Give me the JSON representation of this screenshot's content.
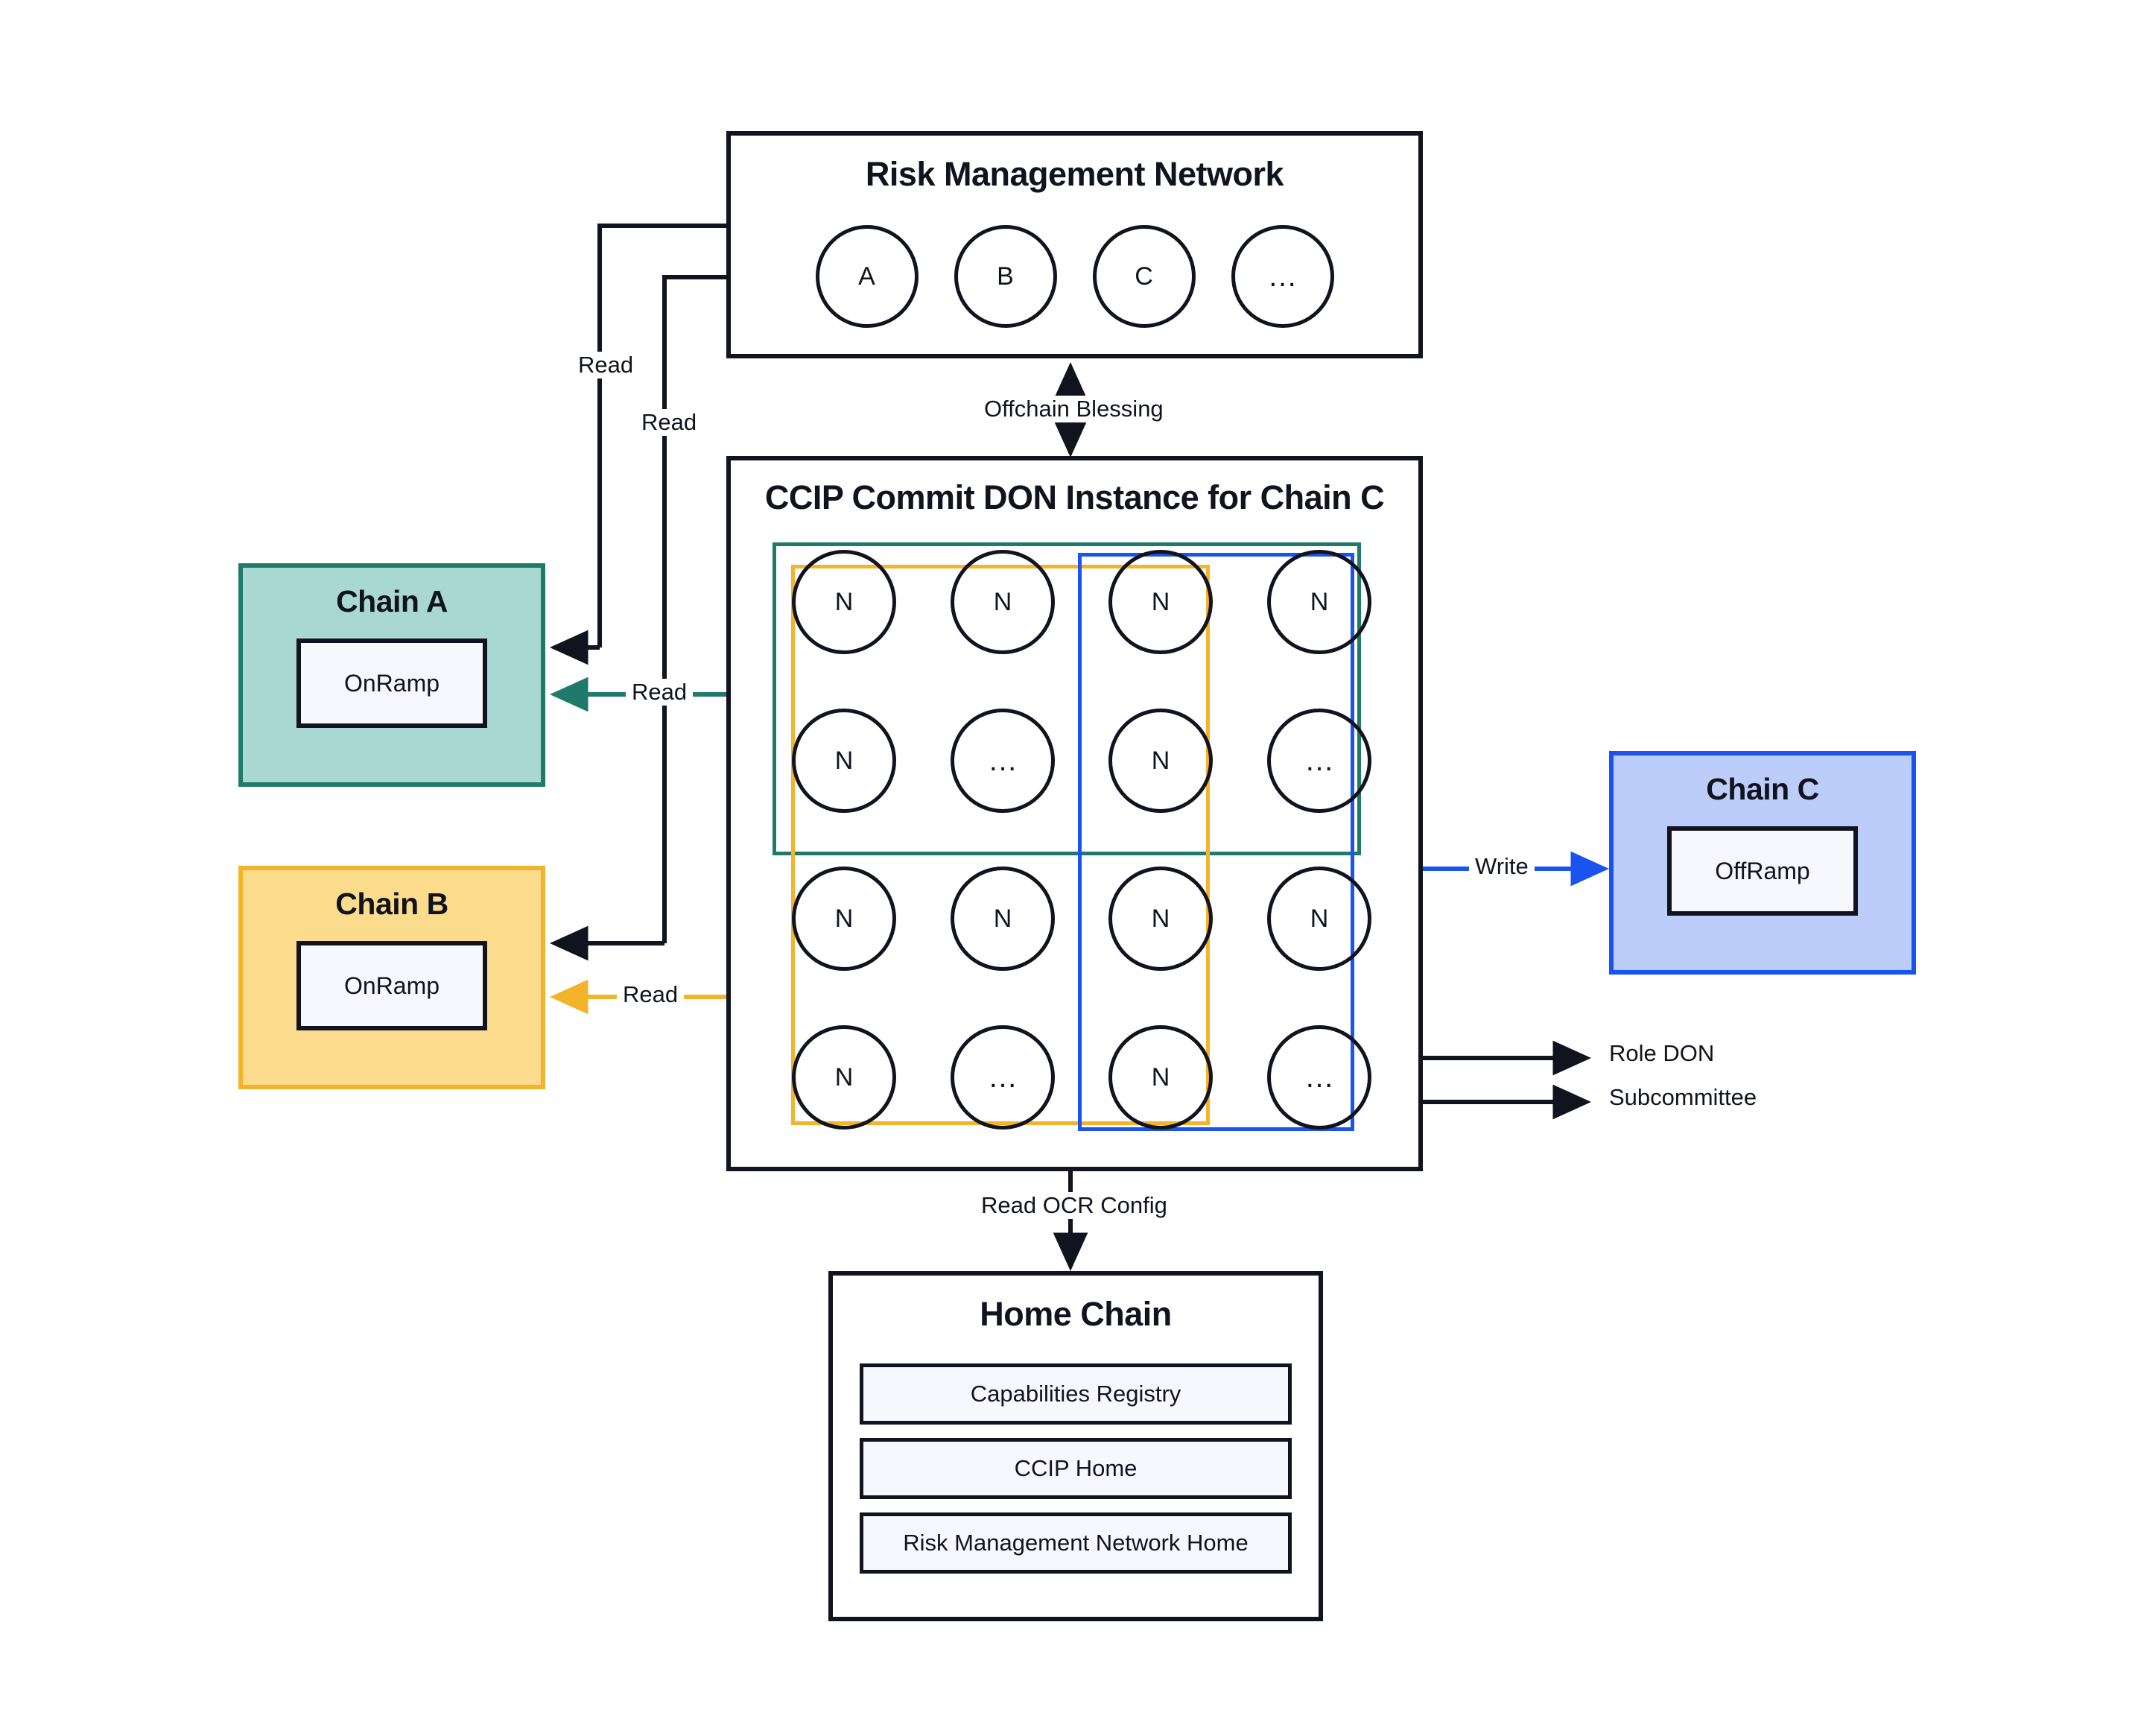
{
  "diagram": {
    "title": "CCIP Commit DON architecture",
    "colors": {
      "teal": "#1f7a6a",
      "teal_fill": "#a8d8d1",
      "amber": "#f5b32a",
      "amber_fill": "#fbdc8c",
      "blue": "#1a53ef",
      "blue_fill": "#bccdfa",
      "ink": "#11131f",
      "panel_fill": "#f6f8fd",
      "background": "#ffffff"
    }
  },
  "rmn": {
    "title": "Risk Management Network",
    "nodes": [
      "A",
      "B",
      "C",
      "…"
    ]
  },
  "don": {
    "title": "CCIP Commit DON Instance for Chain C",
    "nodes": [
      [
        "N",
        "N",
        "N",
        "N"
      ],
      [
        "N",
        "…",
        "N",
        "…"
      ],
      [
        "N",
        "N",
        "N",
        "N"
      ],
      [
        "N",
        "…",
        "N",
        "…"
      ]
    ]
  },
  "chains": {
    "a": {
      "title": "Chain A",
      "contract": "OnRamp"
    },
    "b": {
      "title": "Chain B",
      "contract": "OnRamp"
    },
    "c": {
      "title": "Chain C",
      "contract": "OffRamp"
    }
  },
  "home_chain": {
    "title": "Home Chain",
    "contracts": [
      "Capabilities Registry",
      "CCIP Home",
      "Risk Management Network Home"
    ]
  },
  "edges": {
    "rmn_read_a": "Read",
    "rmn_read_b": "Read",
    "offchain_blessing": "Offchain Blessing",
    "don_read_a": "Read",
    "don_read_b": "Read",
    "don_write_c": "Write",
    "read_ocr_config": "Read OCR Config"
  },
  "legend": {
    "role_don": "Role DON",
    "subcommittee": "Subcommittee"
  }
}
